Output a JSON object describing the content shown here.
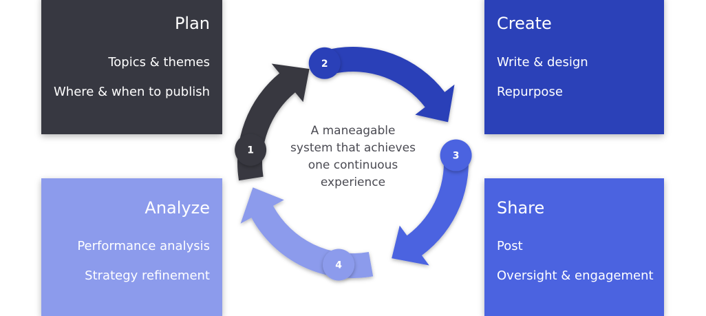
{
  "colors": {
    "plan": "#373841",
    "create": "#2b41b8",
    "share": "#4b63e0",
    "analyze": "#8c9bec"
  },
  "cards": {
    "plan": {
      "title": "Plan",
      "line1": "Topics & themes",
      "line2": "Where & when to publish"
    },
    "create": {
      "title": "Create",
      "line1": "Write & design",
      "line2": "Repurpose"
    },
    "analyze": {
      "title": "Analyze",
      "line1": "Performance analysis",
      "line2": "Strategy refinement"
    },
    "share": {
      "title": "Share",
      "line1": "Post",
      "line2": "Oversight & engagement"
    }
  },
  "steps": [
    "1",
    "2",
    "3",
    "4"
  ],
  "center": {
    "line1": "A maneagable",
    "line2": "system that achieves",
    "line3": "one continuous",
    "line4": "experience"
  }
}
